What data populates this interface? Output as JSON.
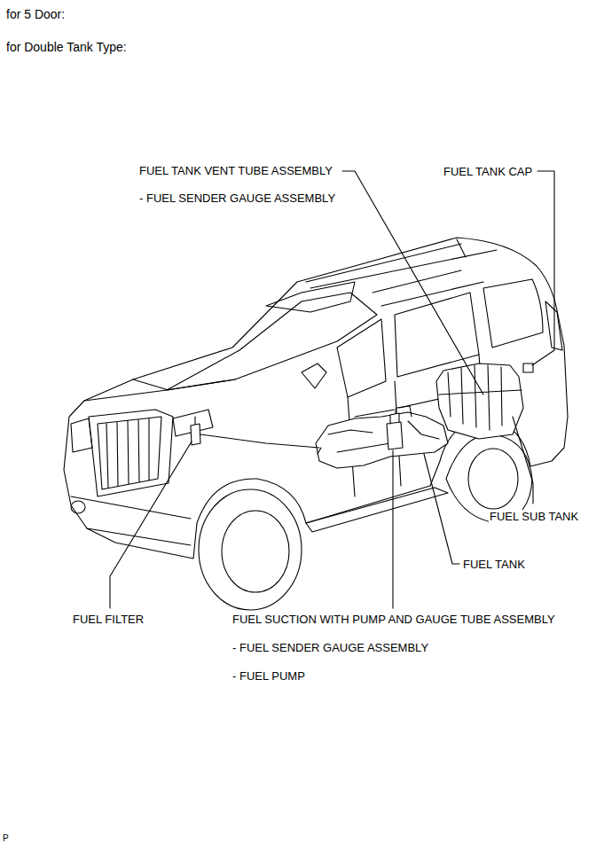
{
  "diagram": {
    "labels": [
      "for 5 Door:",
      "for Double Tank Type:",
      "FUEL TANK VENT TUBE ASSEMBLY",
      "- FUEL SENDER GAUGE ASSEMBLY",
      "FUEL TANK CAP",
      "FUEL SUB TANK",
      "FUEL TANK",
      "FUEL FILTER",
      "FUEL SUCTION WITH PUMP AND GAUGE TUBE ASSEMBLY",
      "- FUEL SENDER GAUGE ASSEMBLY",
      "- FUEL PUMP",
      "P"
    ]
  }
}
